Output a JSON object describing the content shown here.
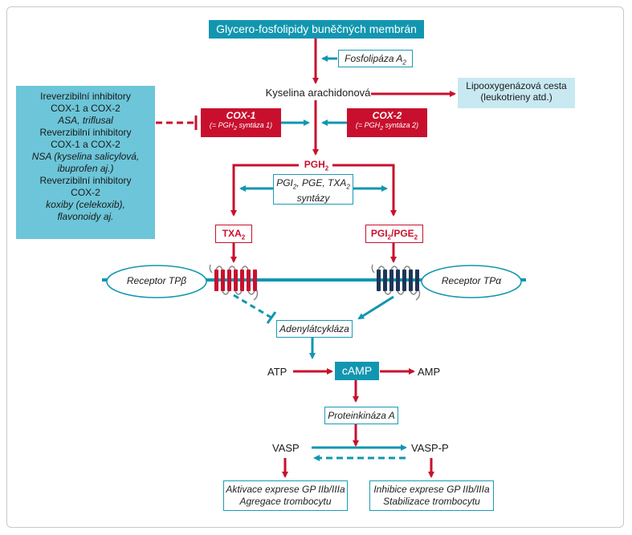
{
  "title": "Glycero-fosfolipidy buněčných membrán",
  "enzymes": {
    "pla2": "Fosfolipáza A",
    "pla2_sub": "2",
    "adenylate_cyclase": "Adenylátcykláza",
    "pka": "Proteinkináza A"
  },
  "metabolites": {
    "aa": "Kyselina arachidonová",
    "pgh2": "PGH",
    "pgh2_sub": "2",
    "txa2": "TXA",
    "txa2_sub": "2",
    "pgi2_a": "PGI",
    "pgi2_sub1": "2",
    "pgi2_b": "/PGE",
    "pgi2_sub2": "2",
    "atp": "ATP",
    "camp": "cAMP",
    "amp": "AMP",
    "vasp": "VASP",
    "vasp_p": "VASP-P"
  },
  "lipoxygenase": {
    "line1": "Lipooxygenázová cesta",
    "line2": "(leukotrieny atd.)"
  },
  "cox1": {
    "title": "COX-1",
    "sub_a": "(= PGH",
    "sub_n": "2",
    "sub_b": " syntáza 1)"
  },
  "cox2": {
    "title": "COX-2",
    "sub_a": "(= PGH",
    "sub_n": "2",
    "sub_b": " syntáza 2)"
  },
  "synthases": {
    "line1_a": "PGI",
    "line1_n1": "2",
    "line1_b": ", PGE, TXA",
    "line1_n2": "2",
    "line2": "syntázy"
  },
  "inhibitors": {
    "h1a": "Ireverzibilní inhibitory",
    "h1b": "COX-1 a COX-2",
    "e1": "ASA, triflusal",
    "h2a": "Reverzibilní inhibitory",
    "h2b": "COX-1 a COX-2",
    "e2a": "NSA (kyselina salicylová,",
    "e2b": "ibuprofen aj.)",
    "h3a": "Reverzibilní inhibitory",
    "h3b": "COX-2",
    "e3a": "koxiby (celekoxib),",
    "e3b": "flavonoidy aj."
  },
  "receptors": {
    "tpb": "Receptor TPβ",
    "tpa": "Receptor TPα"
  },
  "outcomes": {
    "left1": "Aktivace exprese GP IIb/IIIa",
    "left2": "Agregace trombocytu",
    "right1": "Inhibice exprese GP IIb/IIIa",
    "right2": "Stabilizace trombocytu"
  },
  "colors": {
    "teal": "#1296b0",
    "red": "#c8102e",
    "light_blue": "#6cc5d8",
    "pale_blue": "#c8e9f1"
  }
}
